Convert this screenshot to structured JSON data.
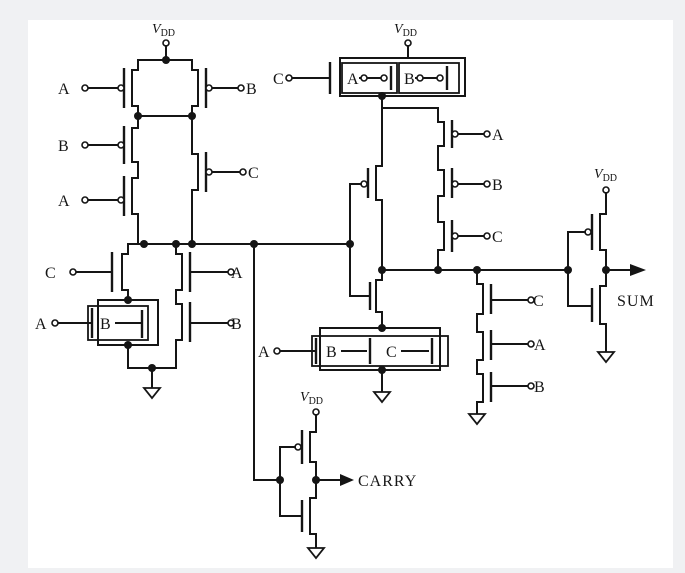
{
  "supply_label": "V",
  "supply_sub": "DD",
  "inputs": {
    "a": "A",
    "b": "B",
    "c": "C"
  },
  "outputs": {
    "carry": "CARRY",
    "sum": "SUM"
  },
  "colors": {
    "ink": "#151515",
    "panel": "#ffffff",
    "background": "#f0f1f3"
  }
}
